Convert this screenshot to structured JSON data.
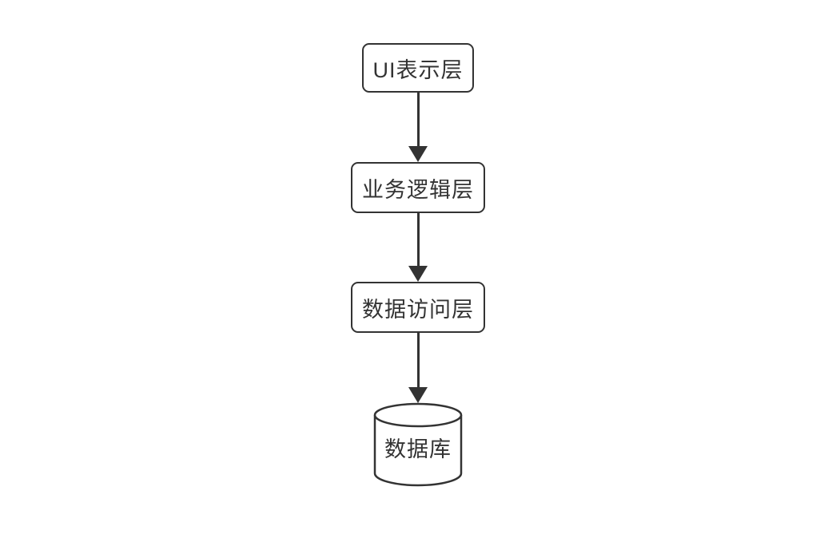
{
  "diagram": {
    "title": "layered-architecture-flow",
    "colors": {
      "stroke": "#333333",
      "text": "#333333",
      "node_fill": "#ffffff",
      "background": "#ffffff"
    },
    "nodes": [
      {
        "id": "ui-presentation-layer",
        "label": "UI表示层",
        "shape": "rounded-rectangle"
      },
      {
        "id": "business-logic-layer",
        "label": "业务逻辑层",
        "shape": "rounded-rectangle"
      },
      {
        "id": "data-access-layer",
        "label": "数据访问层",
        "shape": "rounded-rectangle"
      },
      {
        "id": "database",
        "label": "数据库",
        "shape": "cylinder"
      }
    ],
    "edges": [
      {
        "from": "ui-presentation-layer",
        "to": "business-logic-layer",
        "type": "arrow",
        "direction": "down"
      },
      {
        "from": "business-logic-layer",
        "to": "data-access-layer",
        "type": "arrow",
        "direction": "down"
      },
      {
        "from": "data-access-layer",
        "to": "database",
        "type": "arrow",
        "direction": "down"
      }
    ]
  }
}
